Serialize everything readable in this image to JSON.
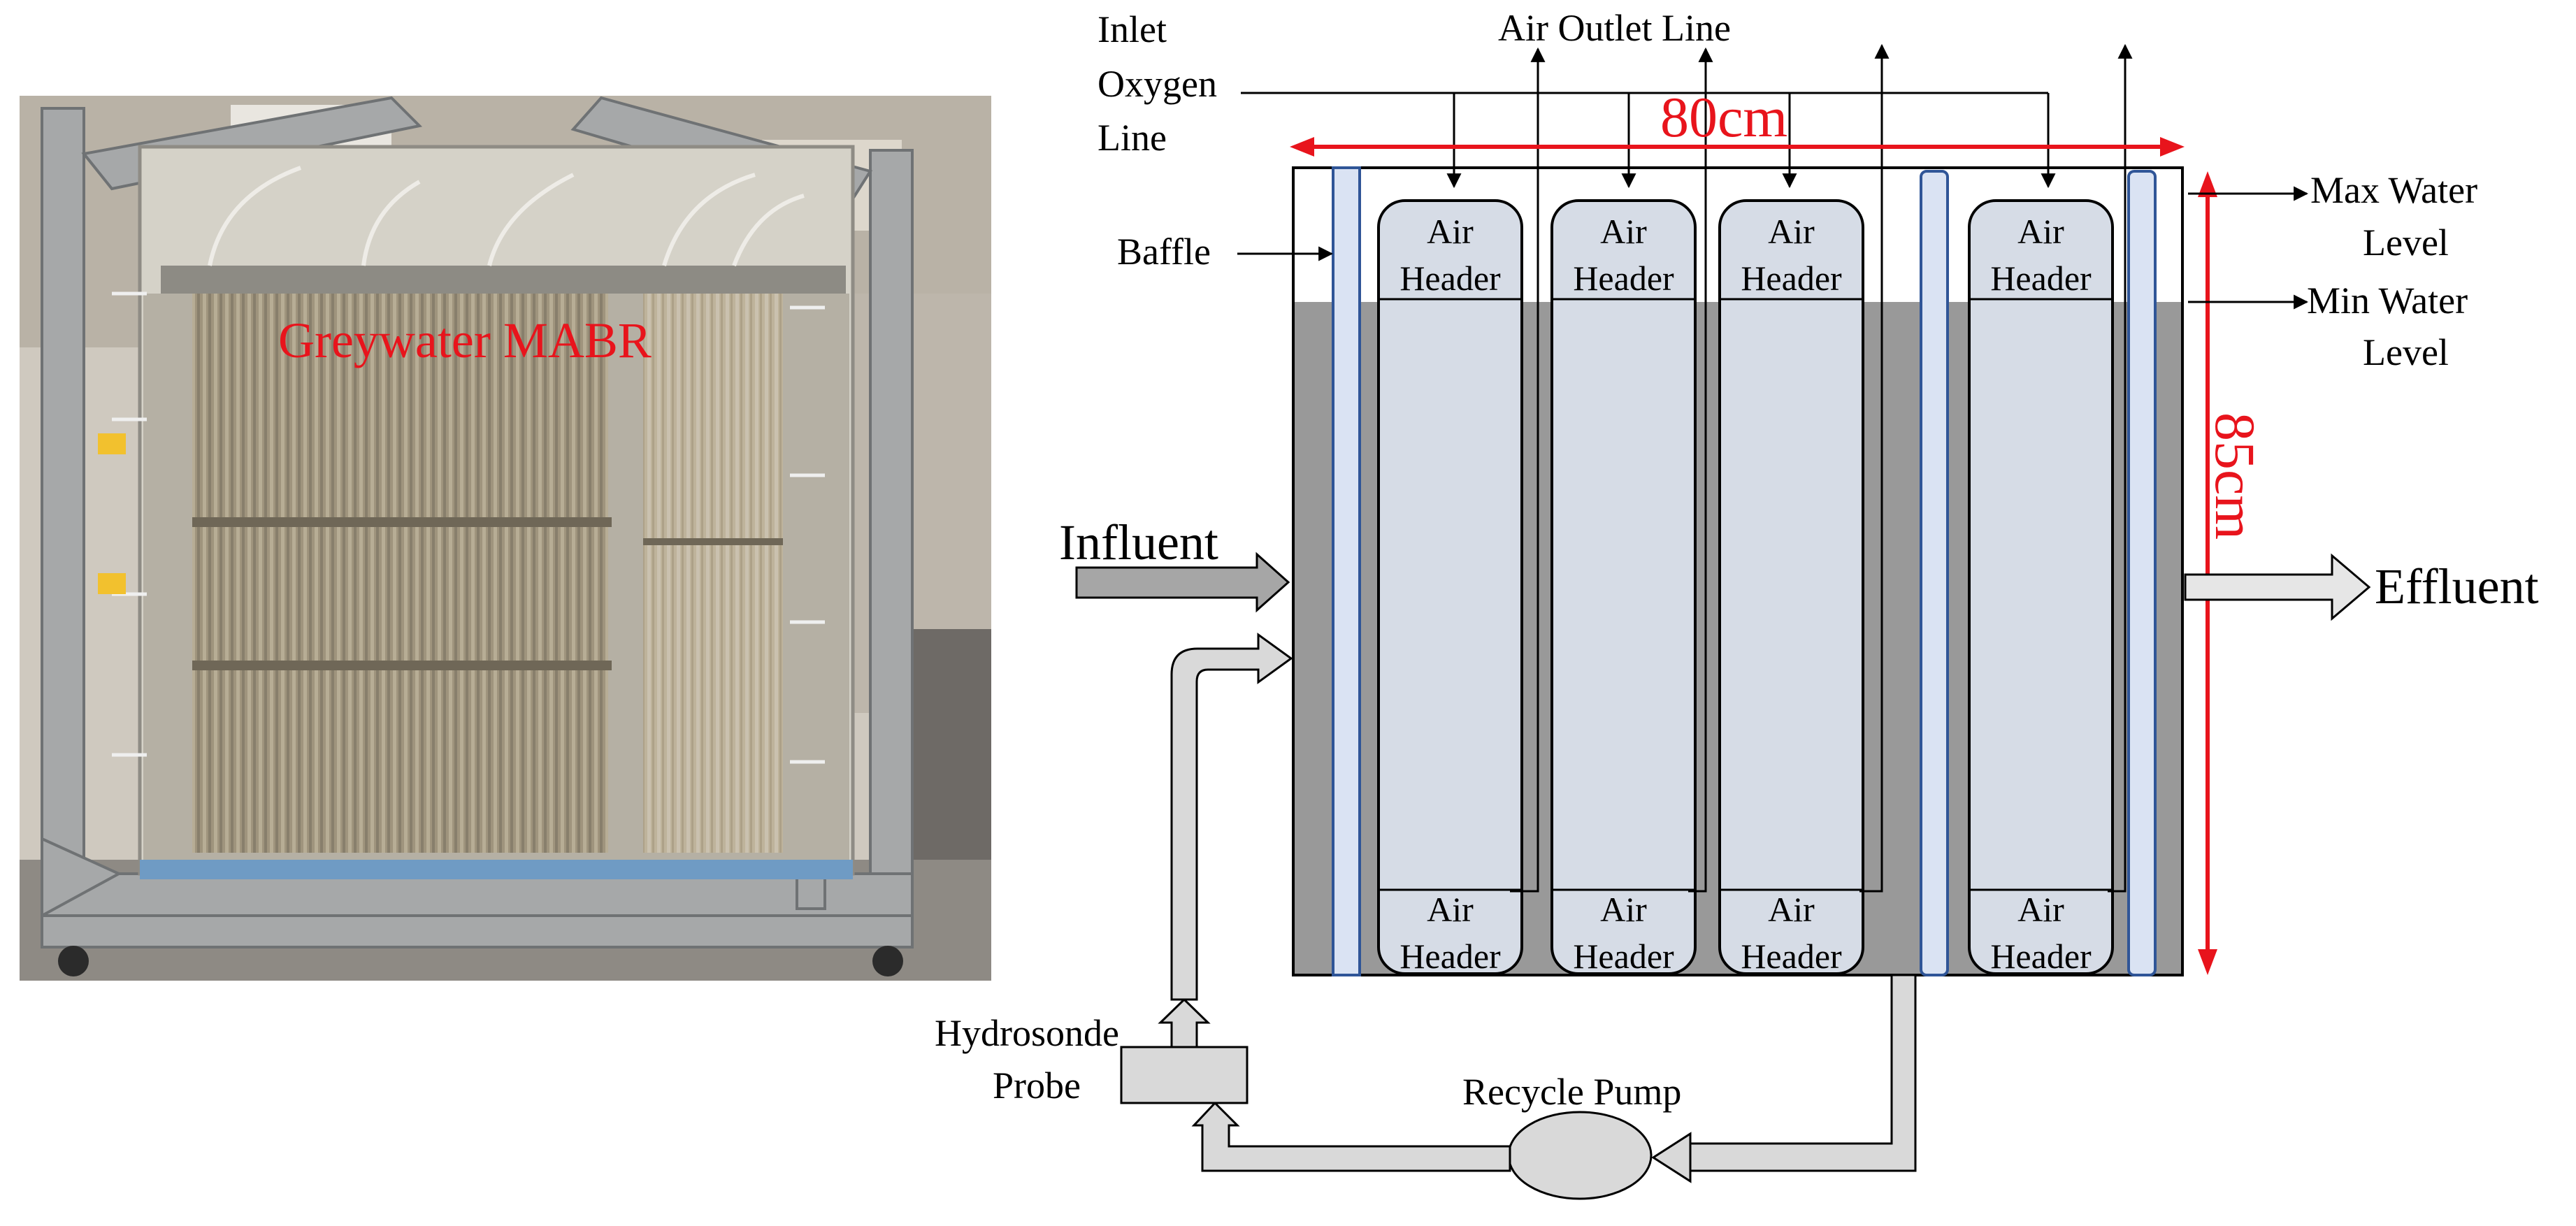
{
  "photo": {
    "caption": "Greywater MABR",
    "caption_color": "#e8141c"
  },
  "schematic": {
    "labels": {
      "inlet_oxygen_line": [
        "Inlet",
        "Oxygen",
        "Line"
      ],
      "air_outlet_line": "Air Outlet Line",
      "baffle": "Baffle",
      "max_water_level": [
        "Max Water",
        "Level"
      ],
      "min_water_level": [
        "Min Water",
        "Level"
      ],
      "influent": "Influent",
      "effluent": "Effluent",
      "hydrosonde_probe": [
        "Hydrosonde",
        "Probe"
      ],
      "recycle_pump": "Recycle Pump"
    },
    "dimensions": {
      "width": "80cm",
      "height": "85cm",
      "color": "#e8141c"
    },
    "module_header_top": [
      "Air",
      "Header"
    ],
    "module_header_bottom": [
      "Air",
      "Header"
    ],
    "colors": {
      "water": "#999999",
      "module_fill": "#d6dce6",
      "baffle_fill": "#dae3f3",
      "baffle_stroke": "#2f5597",
      "pipe_fill": "#d9d9d9",
      "probe_fill": "#d9d9d9",
      "pump_fill": "#d9d9d9",
      "stroke": "#000000"
    }
  }
}
